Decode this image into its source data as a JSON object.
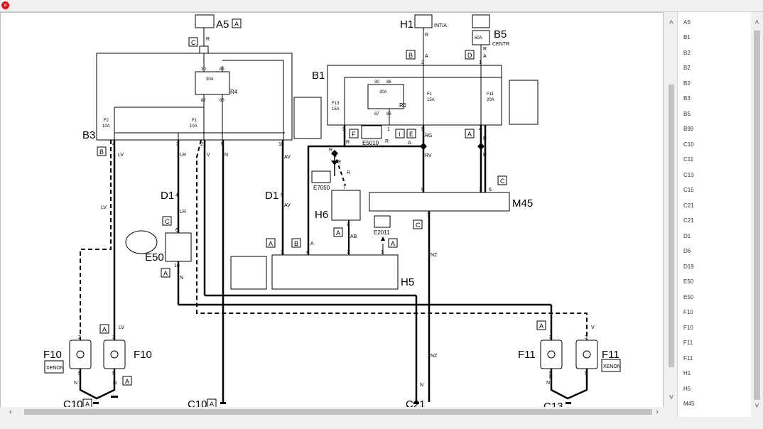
{
  "window": {
    "close_glyph": "×"
  },
  "sidebar": {
    "items": [
      "A5",
      "B1",
      "B2",
      "B2",
      "B2",
      "B3",
      "B5",
      "B99",
      "C10",
      "C11",
      "C13",
      "C15",
      "C21",
      "C21",
      "D1",
      "D6",
      "D19",
      "E50",
      "E50",
      "F10",
      "F10",
      "F11",
      "F11",
      "H1",
      "H5",
      "M45"
    ]
  },
  "diagram": {
    "comp": {
      "A5": "A5",
      "H1": "H1",
      "B5": "B5",
      "B1": "B1",
      "B3": "B3",
      "D1a": "D1",
      "D1b": "D1",
      "E50": "E50",
      "H6": "H6",
      "M45": "M45",
      "H5": "H5",
      "F10a": "F10",
      "F10b": "F10",
      "F11a": "F11",
      "F11b": "F11",
      "C10a": "C10",
      "C10b": "C10",
      "C21": "C21",
      "C13": "C13",
      "R4": "R4",
      "R1": "R1",
      "E5010": "E5010",
      "E7050": "E7050",
      "E2011": "E2011",
      "XENON_a": "XENON",
      "XENON_b": "XENON",
      "INTA": "INT/A",
      "CENTR": "CENTR"
    },
    "connectors": {
      "A5_con": "A",
      "B3_top_c": "C",
      "H1_B": "B",
      "B5_D": "D",
      "B1_F": "F",
      "B1_I": "I",
      "B1_E": "E",
      "B1_A": "A",
      "M45_C": "C",
      "B3_B": "B",
      "E50_C": "C",
      "E50_A": "A",
      "H5_A1": "A",
      "H5_B": "B",
      "H6_A": "A",
      "E2011_A": "A",
      "M45_C2": "C",
      "F10_A": "A",
      "F10_A2": "A",
      "C10_A1": "A",
      "C10_A2": "A",
      "F11_A": "A"
    },
    "fuses": {
      "R4_30A": "30A",
      "B3_F2": "F2",
      "B3_F2v": "10A",
      "B3_F1": "F1",
      "B3_F1v": "10A",
      "B1_F13": "F13",
      "B1_F13v": "15A",
      "R1_30A": "30A",
      "B1_F1": "F1",
      "B1_F1v": "15A",
      "B1_F11": "F11",
      "B1_F11v": "20A",
      "B5_60A": "60A"
    },
    "relay_pins": {
      "r4_30": "30",
      "r4_85": "85",
      "r4_87": "87",
      "r4_86": "86",
      "r1_30": "30",
      "r1_86": "86",
      "r1_87": "87",
      "r1_85": "85"
    },
    "pins": {
      "b3_4": "4",
      "b3_3": "3",
      "b3_21": "21",
      "b3_5": "5",
      "b3_18": "18",
      "b1_9": "9",
      "b1_8": "8",
      "b1_1": "1",
      "b1_5": "5",
      "b1_4": "4",
      "a5_2": "2",
      "b5_1": "1",
      "h1_2": "2",
      "d1a_4": "4",
      "d1b_5": "5",
      "e50_6": "6",
      "e50_16": "16",
      "h6_7": "7",
      "h6_8": "8",
      "m45_9": "9",
      "m45_1": "1",
      "m45_6": "6",
      "m45_7": "7",
      "h5_3": "3",
      "h5_4": "4",
      "h5_2": "2",
      "h5_1": "1",
      "f10a_3": "3",
      "f10a_5": "5",
      "f10b_3": "3",
      "f10b_5": "5",
      "f11a_3": "3",
      "f11a_5": "5",
      "f11b_3": "3",
      "f11b_5": "5"
    },
    "wires": {
      "w_R1": "R",
      "w_R2": "R",
      "w_R3": "R",
      "w_R4": "R",
      "w_R5": "R",
      "w_R6": "R",
      "w_R7": "R",
      "w_R8": "R",
      "w_R9": "R",
      "w_R10": "R",
      "w_A1": "A",
      "w_A2": "A",
      "w_A3": "A",
      "w_A4": "A",
      "w_LV1": "LV",
      "w_LV2": "LV",
      "w_LV3": "LV",
      "w_LR1": "LR",
      "w_LR2": "LR",
      "w_V1": "V",
      "w_V2": "V",
      "w_N1": "N",
      "w_N2": "N",
      "w_N3": "N",
      "w_N4": "N",
      "w_N5": "N",
      "w_N6": "N",
      "w_AV1": "AV",
      "w_AV2": "AV",
      "w_RG": "RG",
      "w_RV": "RV",
      "w_AB": "AB",
      "w_NZ1": "NZ",
      "w_NZ2": "NZ",
      "w_B": "B"
    }
  }
}
